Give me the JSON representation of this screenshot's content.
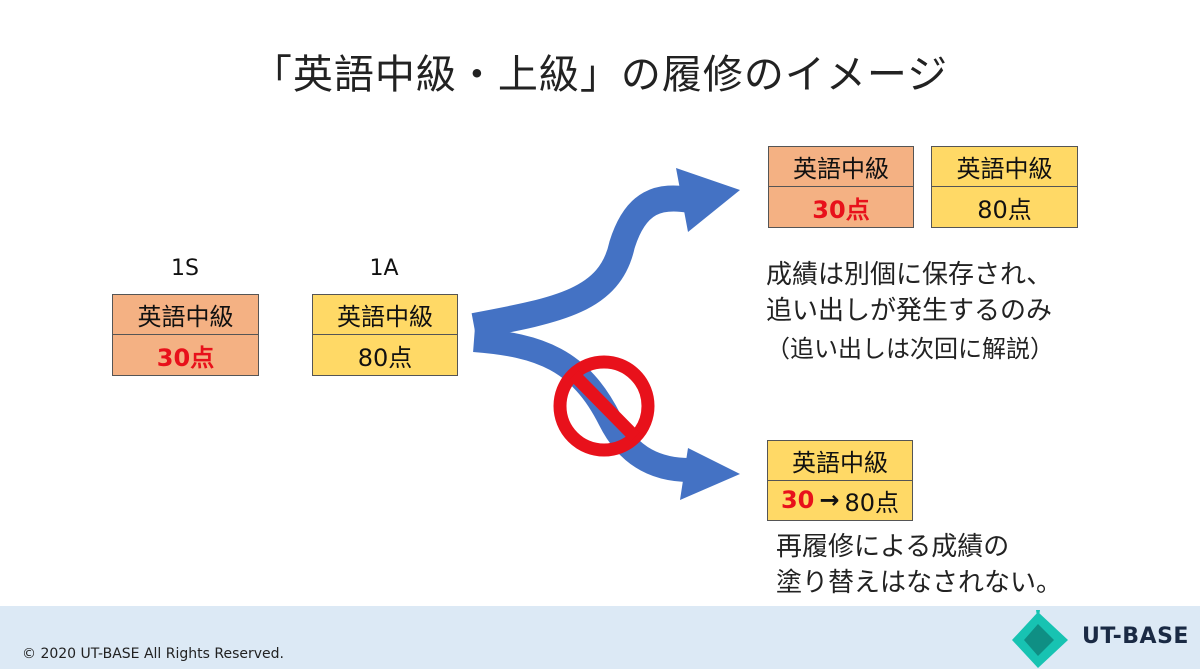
{
  "title": "「英語中級・上級」の履修のイメージ",
  "semesters": {
    "s1": "1S",
    "a1": "1A"
  },
  "cards": {
    "s1": {
      "name": "英語中級",
      "score": "30点"
    },
    "a1": {
      "name": "英語中級",
      "score": "80点"
    },
    "upper_left": {
      "name": "英語中級",
      "score": "30点"
    },
    "upper_right": {
      "name": "英語中級",
      "score": "80点"
    },
    "lower": {
      "name": "英語中級",
      "old_score": "30",
      "arrow": "→",
      "new_score": "80点"
    }
  },
  "notes": {
    "upper_line1": "成績は別個に保存され、",
    "upper_line2": "追い出しが発生するのみ",
    "upper_line3": "（追い出しは次回に解説）",
    "lower_line1": "再履修による成績の",
    "lower_line2": "塗り替えはなされない。"
  },
  "footer": {
    "copyright": "© 2020 UT-BASE All Rights Reserved.",
    "logo": "UT-BASE"
  },
  "colors": {
    "arrow_blue": "#4472c4",
    "prohibit_red": "#e8111b",
    "card_orange": "#f4b183",
    "card_yellow": "#ffd966",
    "footer_bg": "#dce9f5"
  }
}
